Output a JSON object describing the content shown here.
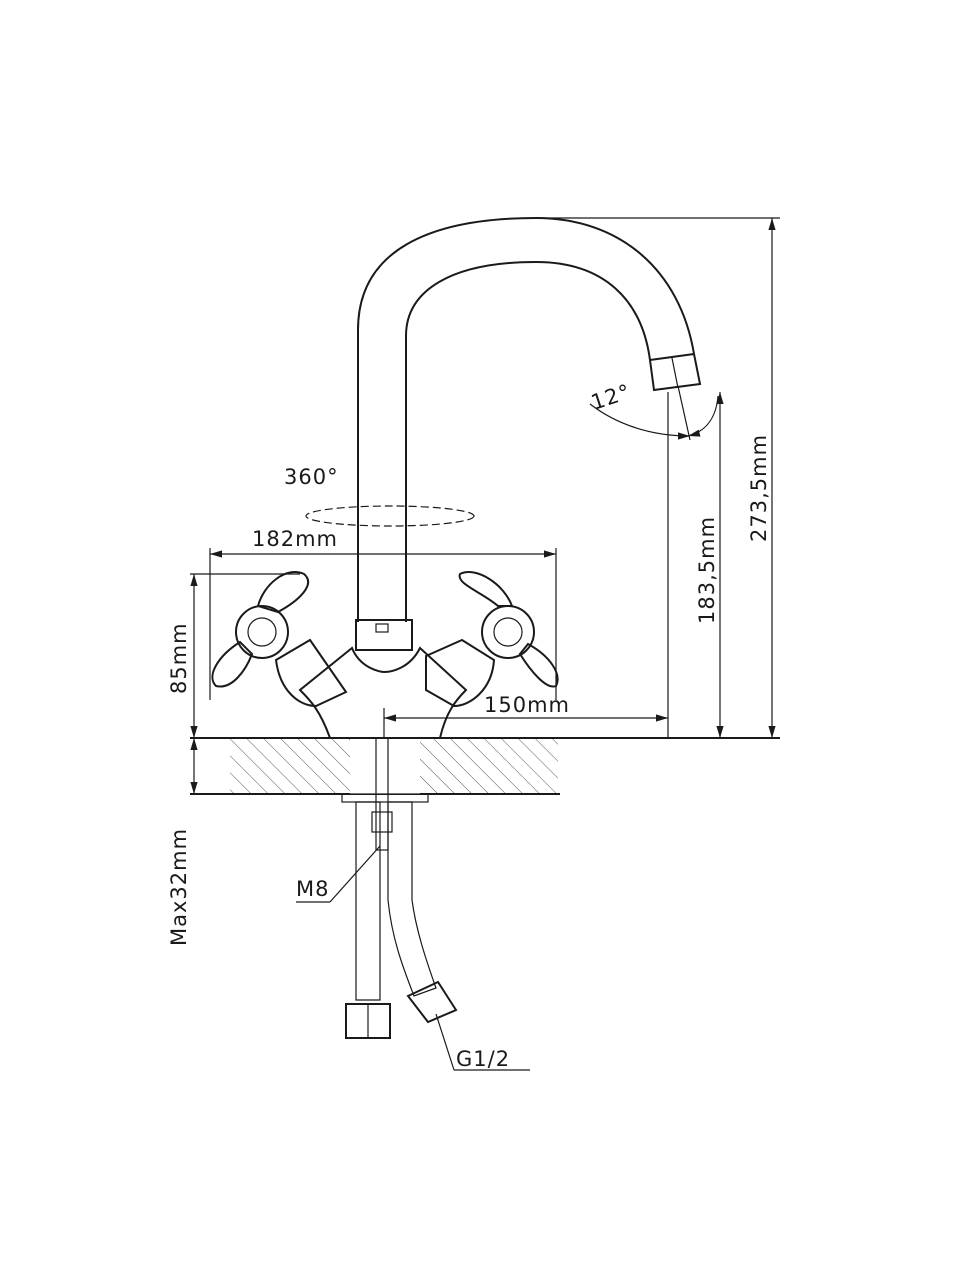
{
  "diagram": {
    "labels": {
      "rotation": "360°",
      "spout_angle": "12°",
      "width_total": "182mm",
      "reach": "150mm",
      "handle_height": "85mm",
      "spout_height": "183,5mm",
      "total_height": "273,5mm",
      "max_counter": "Max32mm",
      "stud": "M8",
      "connector": "G1/2"
    },
    "colors": {
      "line": "#1a1a1a",
      "hatch": "#555555"
    }
  }
}
